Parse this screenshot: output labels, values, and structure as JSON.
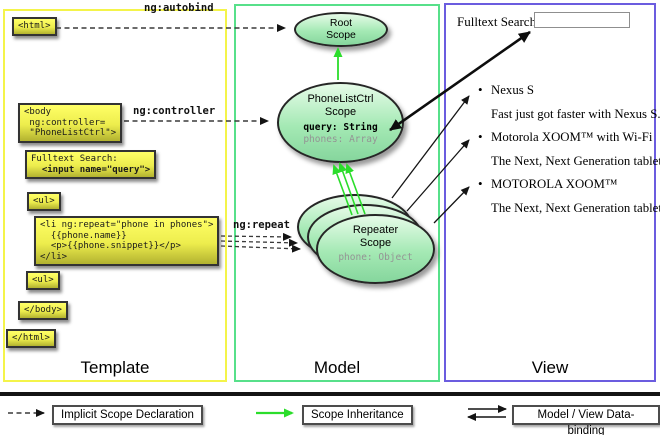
{
  "columns": {
    "template": {
      "label": "Template",
      "border_color": "#f4f44a"
    },
    "model": {
      "label": "Model",
      "border_color": "#57e08a"
    },
    "view": {
      "label": "View",
      "border_color": "#6b5cdf"
    }
  },
  "template": {
    "html_open": "<html>",
    "body_open": "<body\n ng:controller=\n \"PhoneListCtrl\">",
    "fulltext_label_line": "Fulltext Search:",
    "fulltext_input_line": "  <input name=\"query\">",
    "ul_open": "<ul>",
    "li_repeat": "<li ng:repeat=\"phone in phones\">\n  {{phone.name}}\n  <p>{{phone.snippet}}</p>\n</li>",
    "ul_close": "<ul>",
    "body_close": "</body>",
    "html_close": "</html>"
  },
  "annotations": {
    "autobind": "ng:autobind",
    "controller": "ng:controller",
    "repeat": "ng:repeat"
  },
  "model": {
    "root_scope": {
      "title": "Root\nScope"
    },
    "phonelist_scope": {
      "title": "PhoneListCtrl\nScope",
      "prop_query": "query: String",
      "prop_phones": "phones: Array"
    },
    "repeater_scope": {
      "title": "Repeater\nScope",
      "prop_phone": "phone: Object"
    }
  },
  "view": {
    "search_label": "Fulltext Search:",
    "search_value": "",
    "items": [
      {
        "title": "Nexus S",
        "desc": "Fast just got faster with Nexus S."
      },
      {
        "title": "Motorola XOOM™ with Wi-Fi",
        "desc": "The Next, Next Generation tablet."
      },
      {
        "title": "MOTOROLA XOOM™",
        "desc": "The Next, Next Generation tablet."
      }
    ]
  },
  "legend": [
    {
      "label": "Implicit Scope Declaration",
      "arrow": "dashed-black"
    },
    {
      "label": "Scope Inheritance",
      "arrow": "solid-green"
    },
    {
      "label": "Model / View Data-binding",
      "arrow": "double-black"
    }
  ],
  "colors": {
    "scope_fill": "#a4e9b4",
    "inheritance_arrow": "#2bdd2b",
    "codebox_fill": "#eded4d",
    "dashed_arrow": "#3a3a3a"
  }
}
